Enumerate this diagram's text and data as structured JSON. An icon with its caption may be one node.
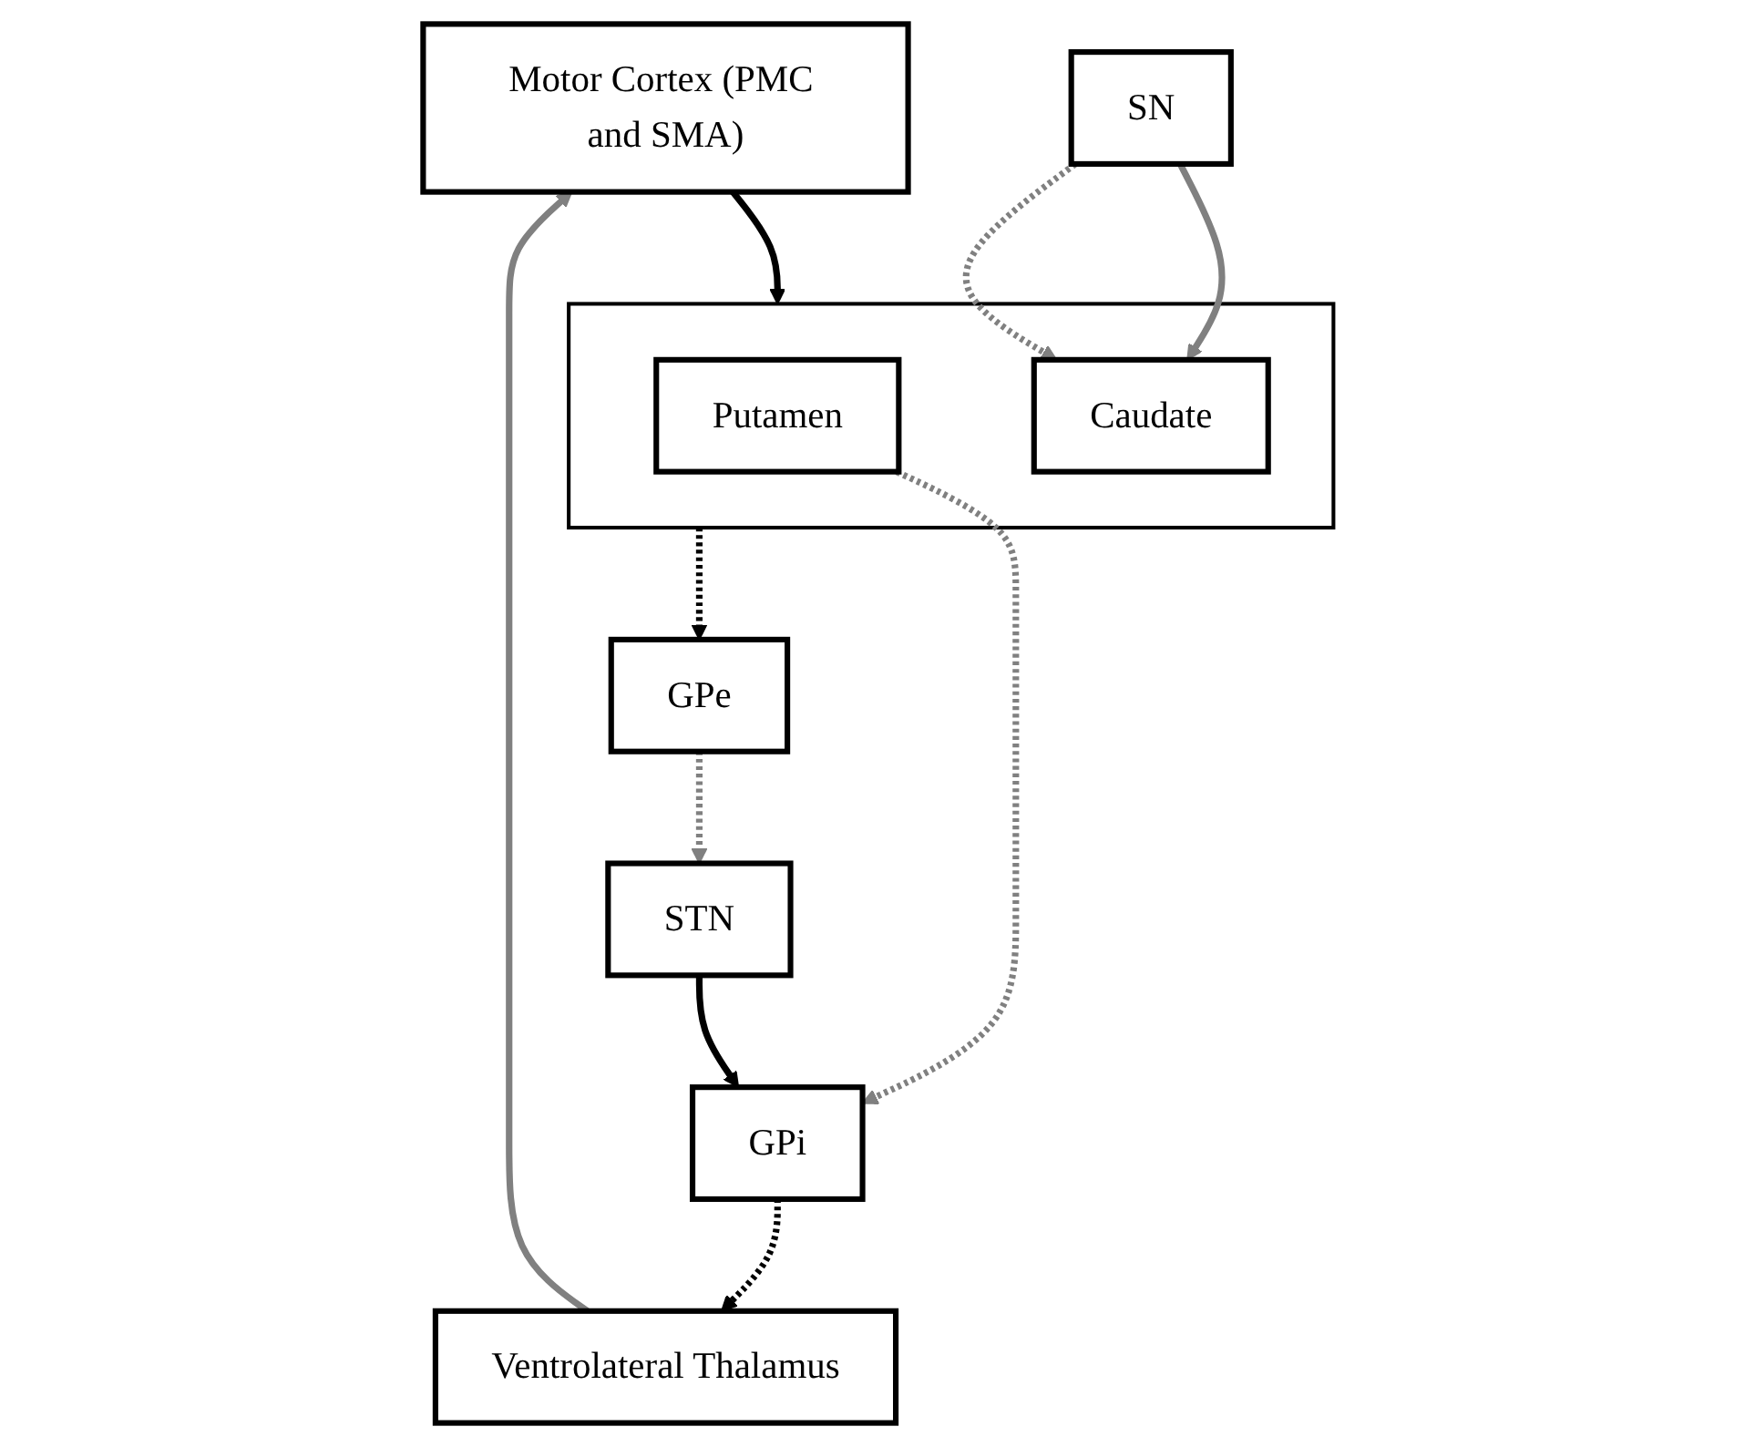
{
  "diagram": {
    "nodes": [
      {
        "text": [
          "Motor Cortex (PMC and SMA)"
        ]
      },
      {
        "text": [
          "Ventrolateral Thalamus"
        ]
      },
      {
        "text": [],
        "shape": "box"
      },
      {
        "text": [
          "Putamen"
        ],
        "in": 2
      },
      {
        "text": [
          "Caudate"
        ],
        "in": 2
      },
      {
        "text": [
          "GPi"
        ]
      },
      {
        "text": [
          "GPe"
        ]
      },
      {
        "text": [
          "STN"
        ]
      },
      {
        "text": [
          "SN"
        ]
      }
    ],
    "edges": [
      {
        "from": 0,
        "to": 2,
        "arrow": "to",
        "color": "#000000"
      },
      {
        "from": 1,
        "to": 0,
        "arrow": "to",
        "color": "#808080"
      },
      {
        "from": 5,
        "to": 1,
        "arrow": "to",
        "style": "dashed",
        "color": "#000000"
      },
      {
        "from": 3,
        "to": 5,
        "arrow": "to",
        "style": "dashed",
        "color": "#808080"
      },
      {
        "from": 2,
        "to": 6,
        "arrow": "to",
        "style": "dashed",
        "color": "#000000"
      },
      {
        "from": 6,
        "to": 7,
        "arrow": "to",
        "style": "dashed",
        "color": "#808080"
      },
      {
        "from": 7,
        "to": 5,
        "arrow": "to",
        "color": "#000000"
      },
      {
        "from": 8,
        "to": 4,
        "arrow": "to",
        "color": "#808080"
      },
      {
        "from": 8,
        "to": 4,
        "arrow": "to",
        "style": "dashed",
        "color": "#808080"
      }
    ]
  }
}
